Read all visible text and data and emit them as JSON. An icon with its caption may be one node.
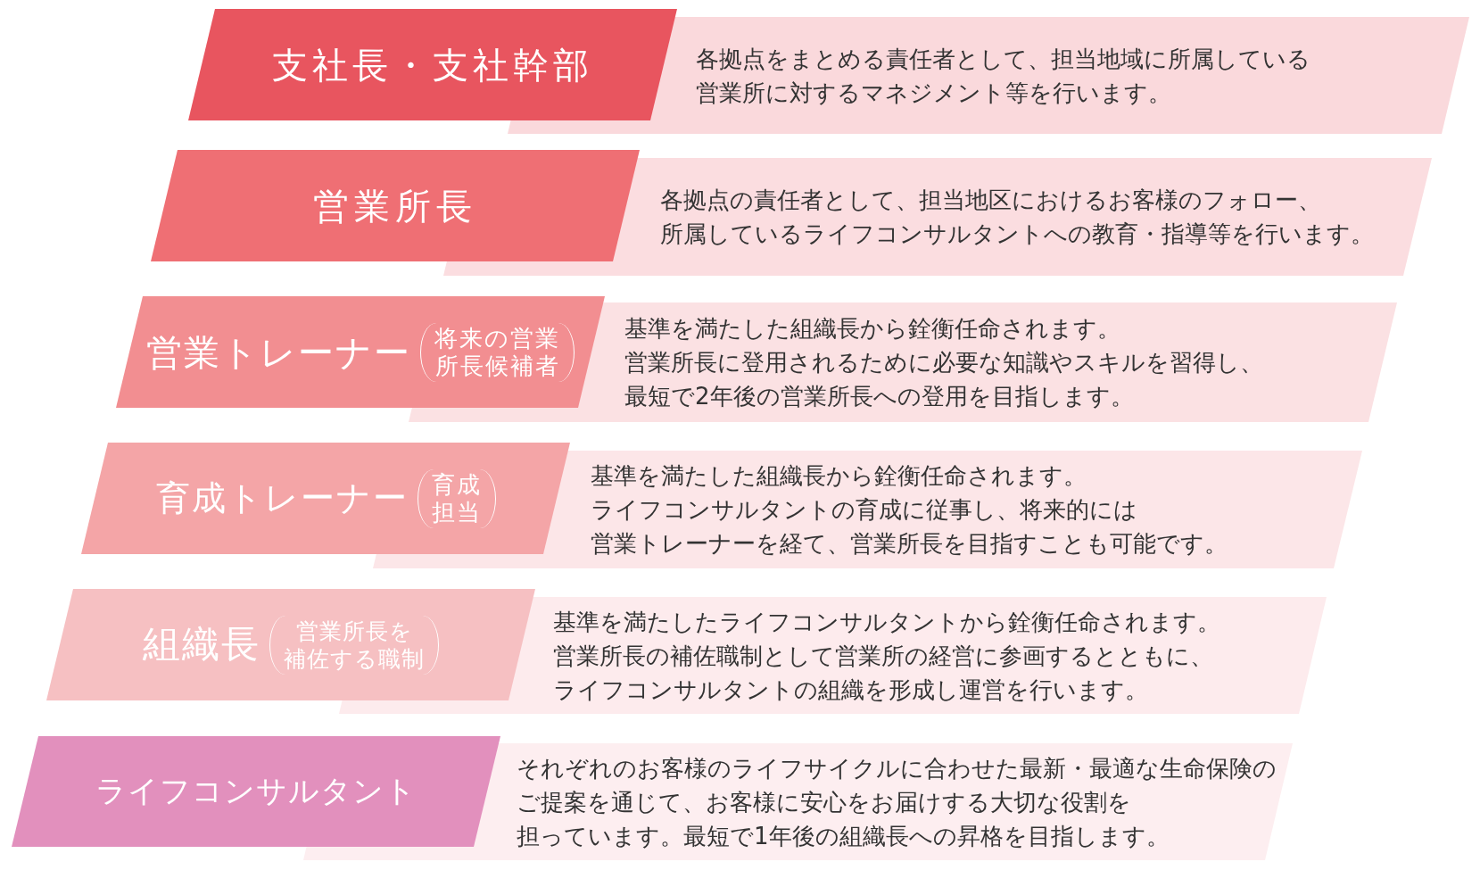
{
  "diagram": {
    "nodes": [
      {
        "text": [
          "支社長・支社幹部"
        ]
      },
      {
        "text": [
          "各拠点をまとめる責任者として、担当地域に所属している営業所に対するマネジメント等を行います。"
        ]
      },
      {
        "text": [
          "営業所長"
        ]
      },
      {
        "text": [
          "各拠点の責任者として、担当地区におけるお客様のフォロー、所属しているライフコンサルタントへの教育・指導等を行います。"
        ]
      },
      {
        "text": [
          "営業トレーナー",
          "将来の営業所長候補者"
        ]
      },
      {
        "text": [
          "基準を満たした組織長から銓衡任命されます。営業所長に登用されるために必要な知識やスキルを習得し、最短で2年後の営業所長への登用を目指します。"
        ]
      },
      {
        "text": [
          "育成トレーナー",
          "育成担当"
        ]
      },
      {
        "text": [
          "基準を満たした組織長から銓衡任命されます。ライフコンサルタントの育成に従事し、将来的には営業トレーナーを経て、営業所長を目指すことも可能です。"
        ]
      },
      {
        "text": [
          "組織長",
          "営業所長を補佐する職制"
        ]
      },
      {
        "text": [
          "基準を満たしたライフコンサルタントから銓衡任命されます。営業所長の補佐職制として営業所の経営に参画するとともに、ライフコンサルタントの組織を形成し運営を行います。"
        ]
      },
      {
        "text": [
          "ライフコンサルタント"
        ]
      },
      {
        "text": [
          "それぞれのお客様のライフサイクルに合わせた最新・最適な生命保険のご提案を通じて、お客様に安心をお届けする大切な役割を担っています。最短で1年後の組織長への昇格を目指します。"
        ]
      }
    ]
  }
}
